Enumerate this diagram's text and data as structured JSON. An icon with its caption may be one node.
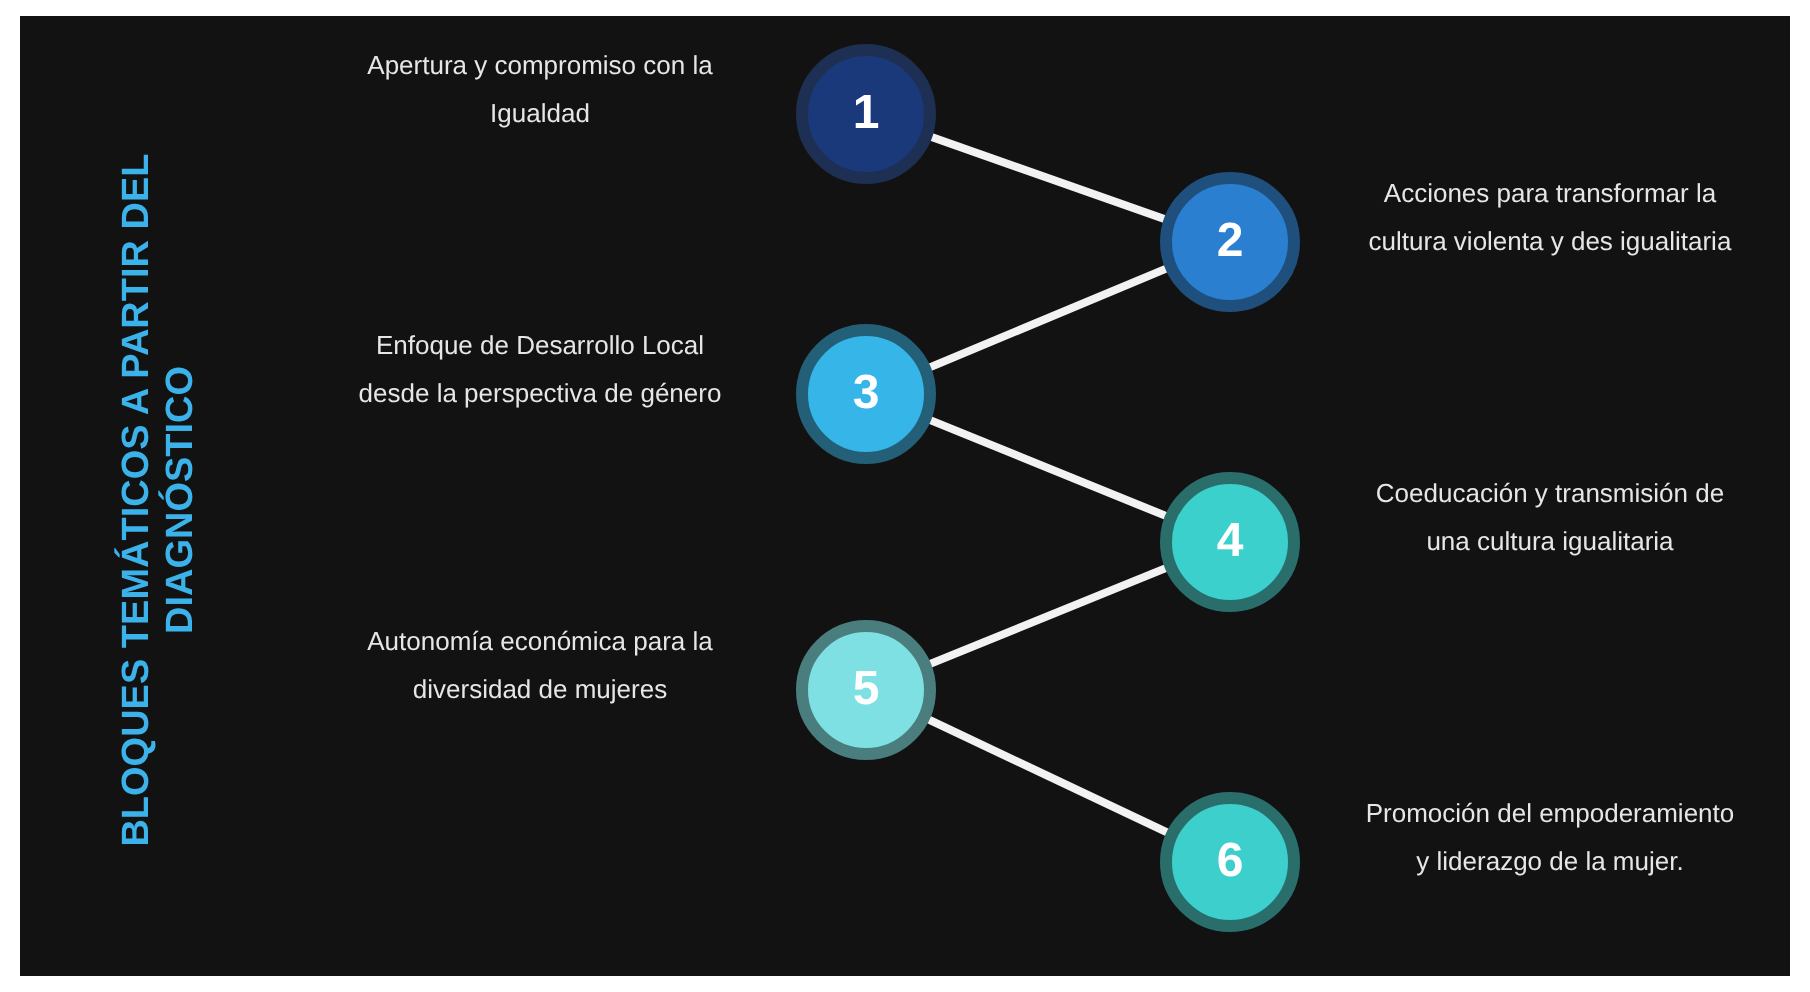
{
  "diagram": {
    "title": "BLOQUES TEMÁTICOS A PARTIR DEL DIAGNÓSTICO",
    "nodes": [
      {
        "text": [
          "1"
        ],
        "beside": [
          "Apertura y compromiso con la Igualdad"
        ]
      },
      {
        "text": [
          "2"
        ],
        "beside": [
          "Acciones para transformar la cultura violenta y des igualitaria"
        ]
      },
      {
        "text": [
          "3"
        ],
        "beside": [
          "Enfoque de Desarrollo Local desde la perspectiva de género"
        ]
      },
      {
        "text": [
          "4"
        ],
        "beside": [
          "Coeducación y transmisión de una cultura igualitaria"
        ]
      },
      {
        "text": [
          "5"
        ],
        "beside": [
          "Autonomía económica para la diversidad de mujeres"
        ]
      },
      {
        "text": [
          "6"
        ],
        "beside": [
          "Promoción del empoderamiento y liderazgo de la mujer."
        ]
      }
    ],
    "edges": [
      {
        "from": 0,
        "to": 1,
        "arrow": "none"
      },
      {
        "from": 1,
        "to": 2,
        "arrow": "none"
      },
      {
        "from": 2,
        "to": 3,
        "arrow": "none"
      },
      {
        "from": 3,
        "to": 4,
        "arrow": "none"
      },
      {
        "from": 4,
        "to": 5,
        "arrow": "none"
      }
    ]
  }
}
